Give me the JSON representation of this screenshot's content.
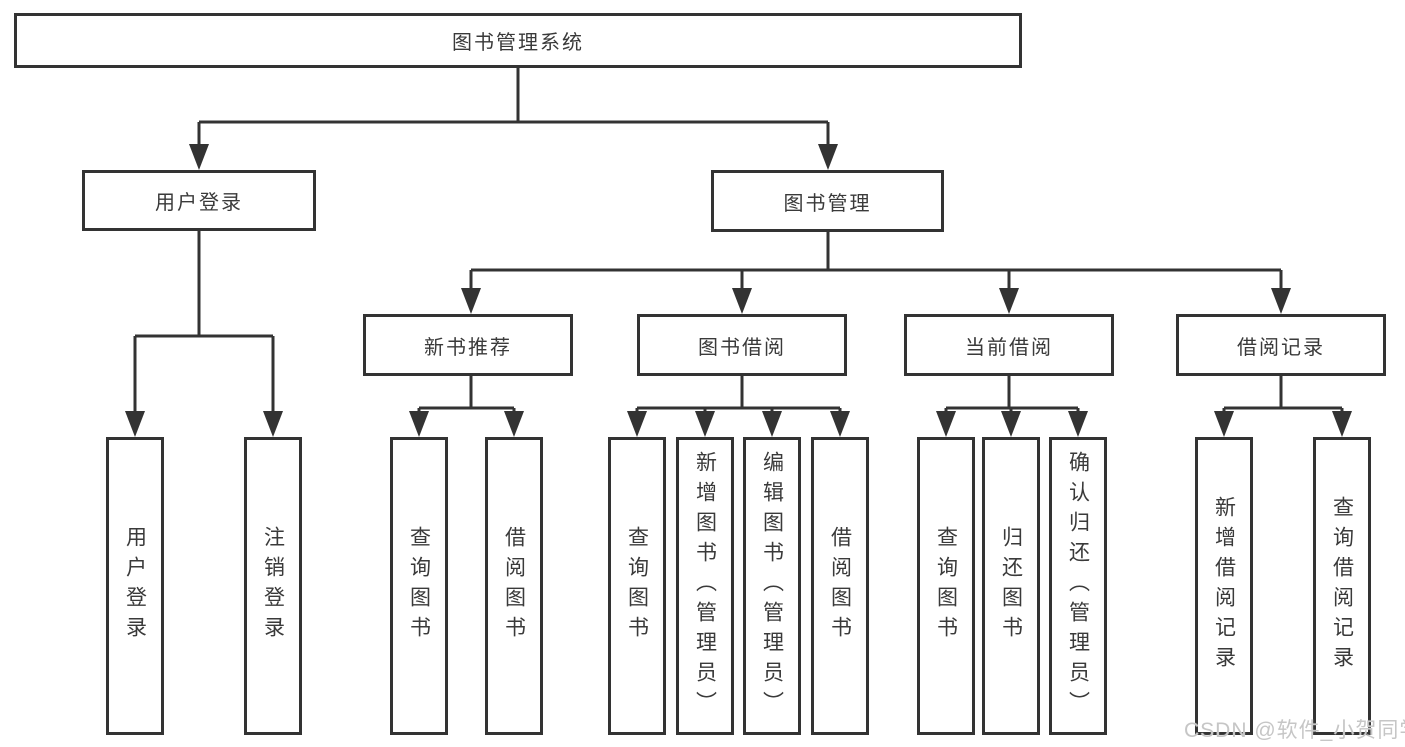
{
  "palette": {
    "line": "#333333",
    "text": "#3a3a3a",
    "background": "#ffffff",
    "watermark_color": "#c6c6c6"
  },
  "nodes": {
    "root": "图书管理系统",
    "level1": [
      {
        "label": "用户登录",
        "leaves": [
          "用户登录",
          "注销登录"
        ]
      },
      {
        "label": "图书管理",
        "groups": [
          {
            "label": "新书推荐",
            "leaves": [
              "查询图书",
              "借阅图书"
            ]
          },
          {
            "label": "图书借阅",
            "leaves": [
              "查询图书",
              "新增图书（管理员）",
              "编辑图书（管理员）",
              "借阅图书"
            ]
          },
          {
            "label": "当前借阅",
            "leaves": [
              "查询图书",
              "归还图书",
              "确认归还（管理员）"
            ]
          },
          {
            "label": "借阅记录",
            "leaves": [
              "新增借阅记录",
              "查询借阅记录"
            ]
          }
        ]
      }
    ]
  },
  "watermark": "CSDN @软件_小贺同学"
}
